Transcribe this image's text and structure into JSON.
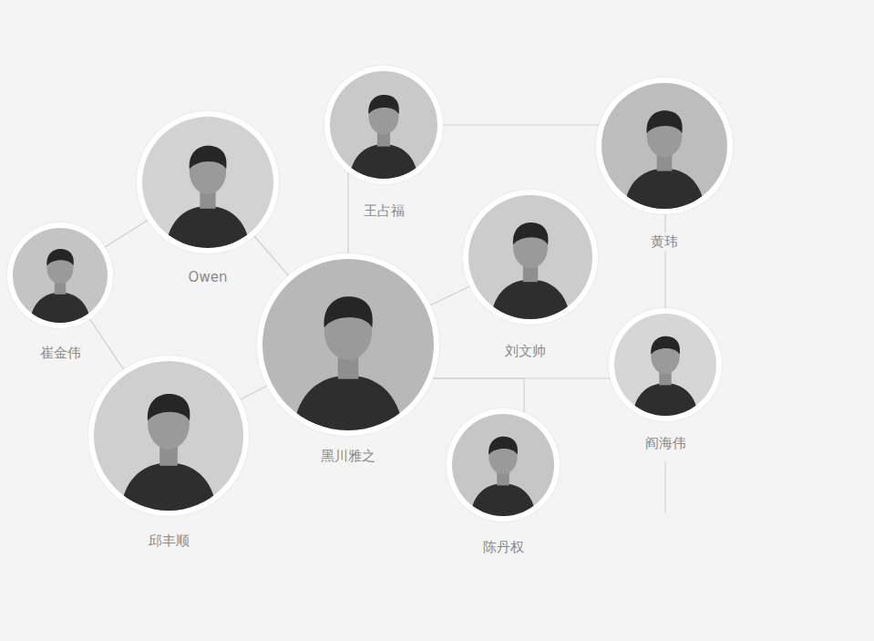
{
  "diagram": {
    "nodes": [
      {
        "text": [
          "王占福"
        ]
      },
      {
        "text": [
          "黄玮"
        ]
      },
      {
        "text": [
          "Owen"
        ]
      },
      {
        "text": [
          "崔金伟"
        ]
      },
      {
        "text": [
          "刘文帅"
        ]
      },
      {
        "text": [
          "黑川雅之"
        ]
      },
      {
        "text": [
          "阎海伟"
        ]
      },
      {
        "text": [
          "邱丰顺"
        ]
      },
      {
        "text": [
          "陈丹权"
        ]
      }
    ],
    "edges": [
      {
        "from": 3,
        "to": 2,
        "arrow": "none"
      },
      {
        "from": 3,
        "to": 7,
        "arrow": "none"
      },
      {
        "from": 2,
        "to": 5,
        "arrow": "none"
      },
      {
        "from": 5,
        "to": 4,
        "arrow": "none"
      },
      {
        "from": 5,
        "to": 6,
        "arrow": "none"
      },
      {
        "from": 5,
        "to": 8,
        "arrow": "none"
      },
      {
        "from": 7,
        "to": 5,
        "arrow": "none"
      },
      {
        "from": 0,
        "to": 5,
        "arrow": "none"
      },
      {
        "from": 0,
        "to": 1,
        "arrow": "none"
      },
      {
        "from": 1,
        "to": 6,
        "arrow": "none"
      }
    ]
  }
}
